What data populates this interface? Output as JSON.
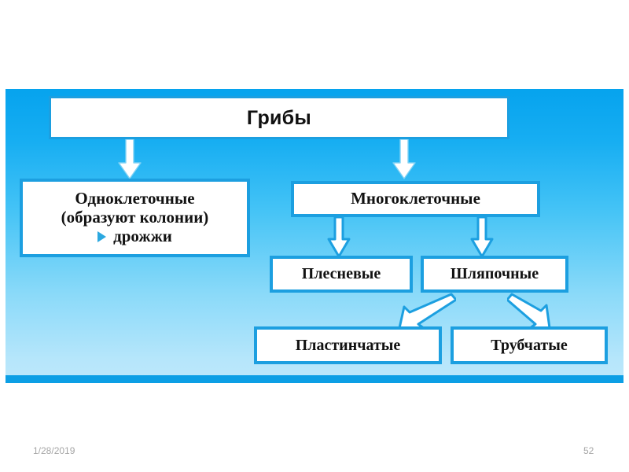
{
  "slide": {
    "background_color": "#FFFFFF",
    "panel": {
      "gradient_top_color": "#06A3EE",
      "gradient_bottom_color": "#BDE8FB",
      "bottom_bar_color": "#0C9FE5"
    },
    "box_border_color": "#1C9FE0",
    "box_fill_color": "#FFFFFF",
    "text_color": "#111111"
  },
  "diagram": {
    "type": "hierarchy",
    "root": {
      "label": "Грибы"
    },
    "level1": [
      {
        "label_line1": "Одноклеточные",
        "label_line2": "(образуют колонии)",
        "bullet_label": "дрожжи",
        "bullet_icon": "triangle-right-bullet",
        "bullet_color": "#2BA8E0"
      },
      {
        "label": "Многоклеточные"
      }
    ],
    "level2": [
      {
        "label": "Плесневые"
      },
      {
        "label": "Шляпочные"
      }
    ],
    "level3": [
      {
        "label": "Пластинчатые"
      },
      {
        "label": "Трубчатые"
      }
    ],
    "arrows": [
      {
        "name": "root-to-unicellular",
        "icon": "arrow-down-icon",
        "style": "white-outline",
        "direction": "down"
      },
      {
        "name": "root-to-multicellular",
        "icon": "arrow-down-icon",
        "style": "white-outline",
        "direction": "down"
      },
      {
        "name": "multicellular-to-mold",
        "icon": "arrow-down-icon",
        "style": "blue-outline",
        "direction": "down"
      },
      {
        "name": "multicellular-to-cap",
        "icon": "arrow-down-icon",
        "style": "blue-outline",
        "direction": "down"
      },
      {
        "name": "cap-to-lamellar",
        "icon": "arrow-down-left-icon",
        "style": "blue-outline",
        "direction": "down-left"
      },
      {
        "name": "cap-to-tubular",
        "icon": "arrow-down-right-icon",
        "style": "blue-outline",
        "direction": "down-right"
      }
    ]
  },
  "footer": {
    "date": "1/28/2019",
    "page_number": "52",
    "text_color": "#A6A6A6"
  }
}
